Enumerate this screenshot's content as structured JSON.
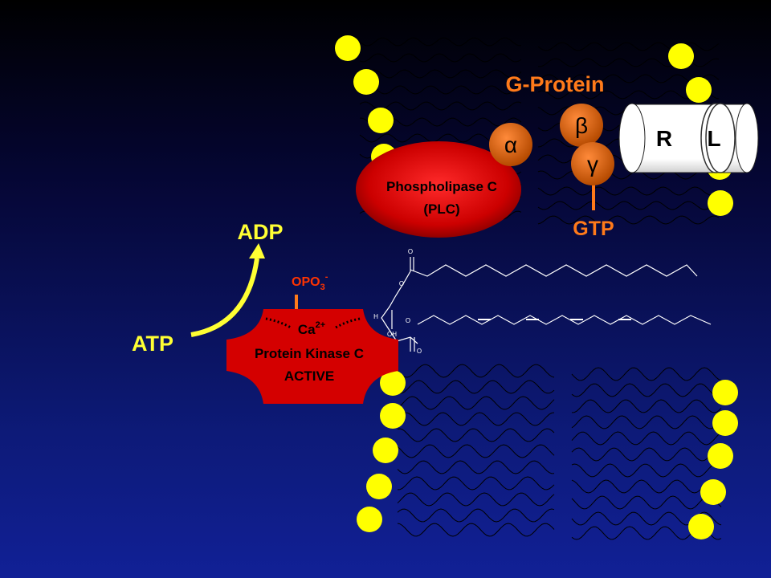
{
  "labels": {
    "g_protein": "G-Protein",
    "alpha": "α",
    "beta": "β",
    "gamma": "γ",
    "receptor": "R",
    "ligand": "L",
    "gtp": "GTP",
    "plc_line1": "Phospholipase C",
    "plc_line2": "(PLC)",
    "adp": "ADP",
    "atp": "ATP",
    "opo3_base": "OPO",
    "opo3_sub": "3",
    "opo3_sup": "-",
    "ca_base": "Ca",
    "ca_sup": "2+",
    "pkc_line1": "Protein Kinase C",
    "pkc_line2": "ACTIVE",
    "dag_o_top": "O",
    "dag_o_ester1": "O",
    "dag_h": "H",
    "dag_oh": "OH",
    "dag_o_ester2": "O",
    "dag_o_bottom": "O"
  },
  "colors": {
    "lipid_head": "#ffff00",
    "g_protein_text": "#ff7a1a",
    "subunit": "#d96000",
    "plc_fill": "#cc0000",
    "pkc_fill": "#d40000",
    "arrow": "#ffff33",
    "dag_line": "#ffffff"
  }
}
